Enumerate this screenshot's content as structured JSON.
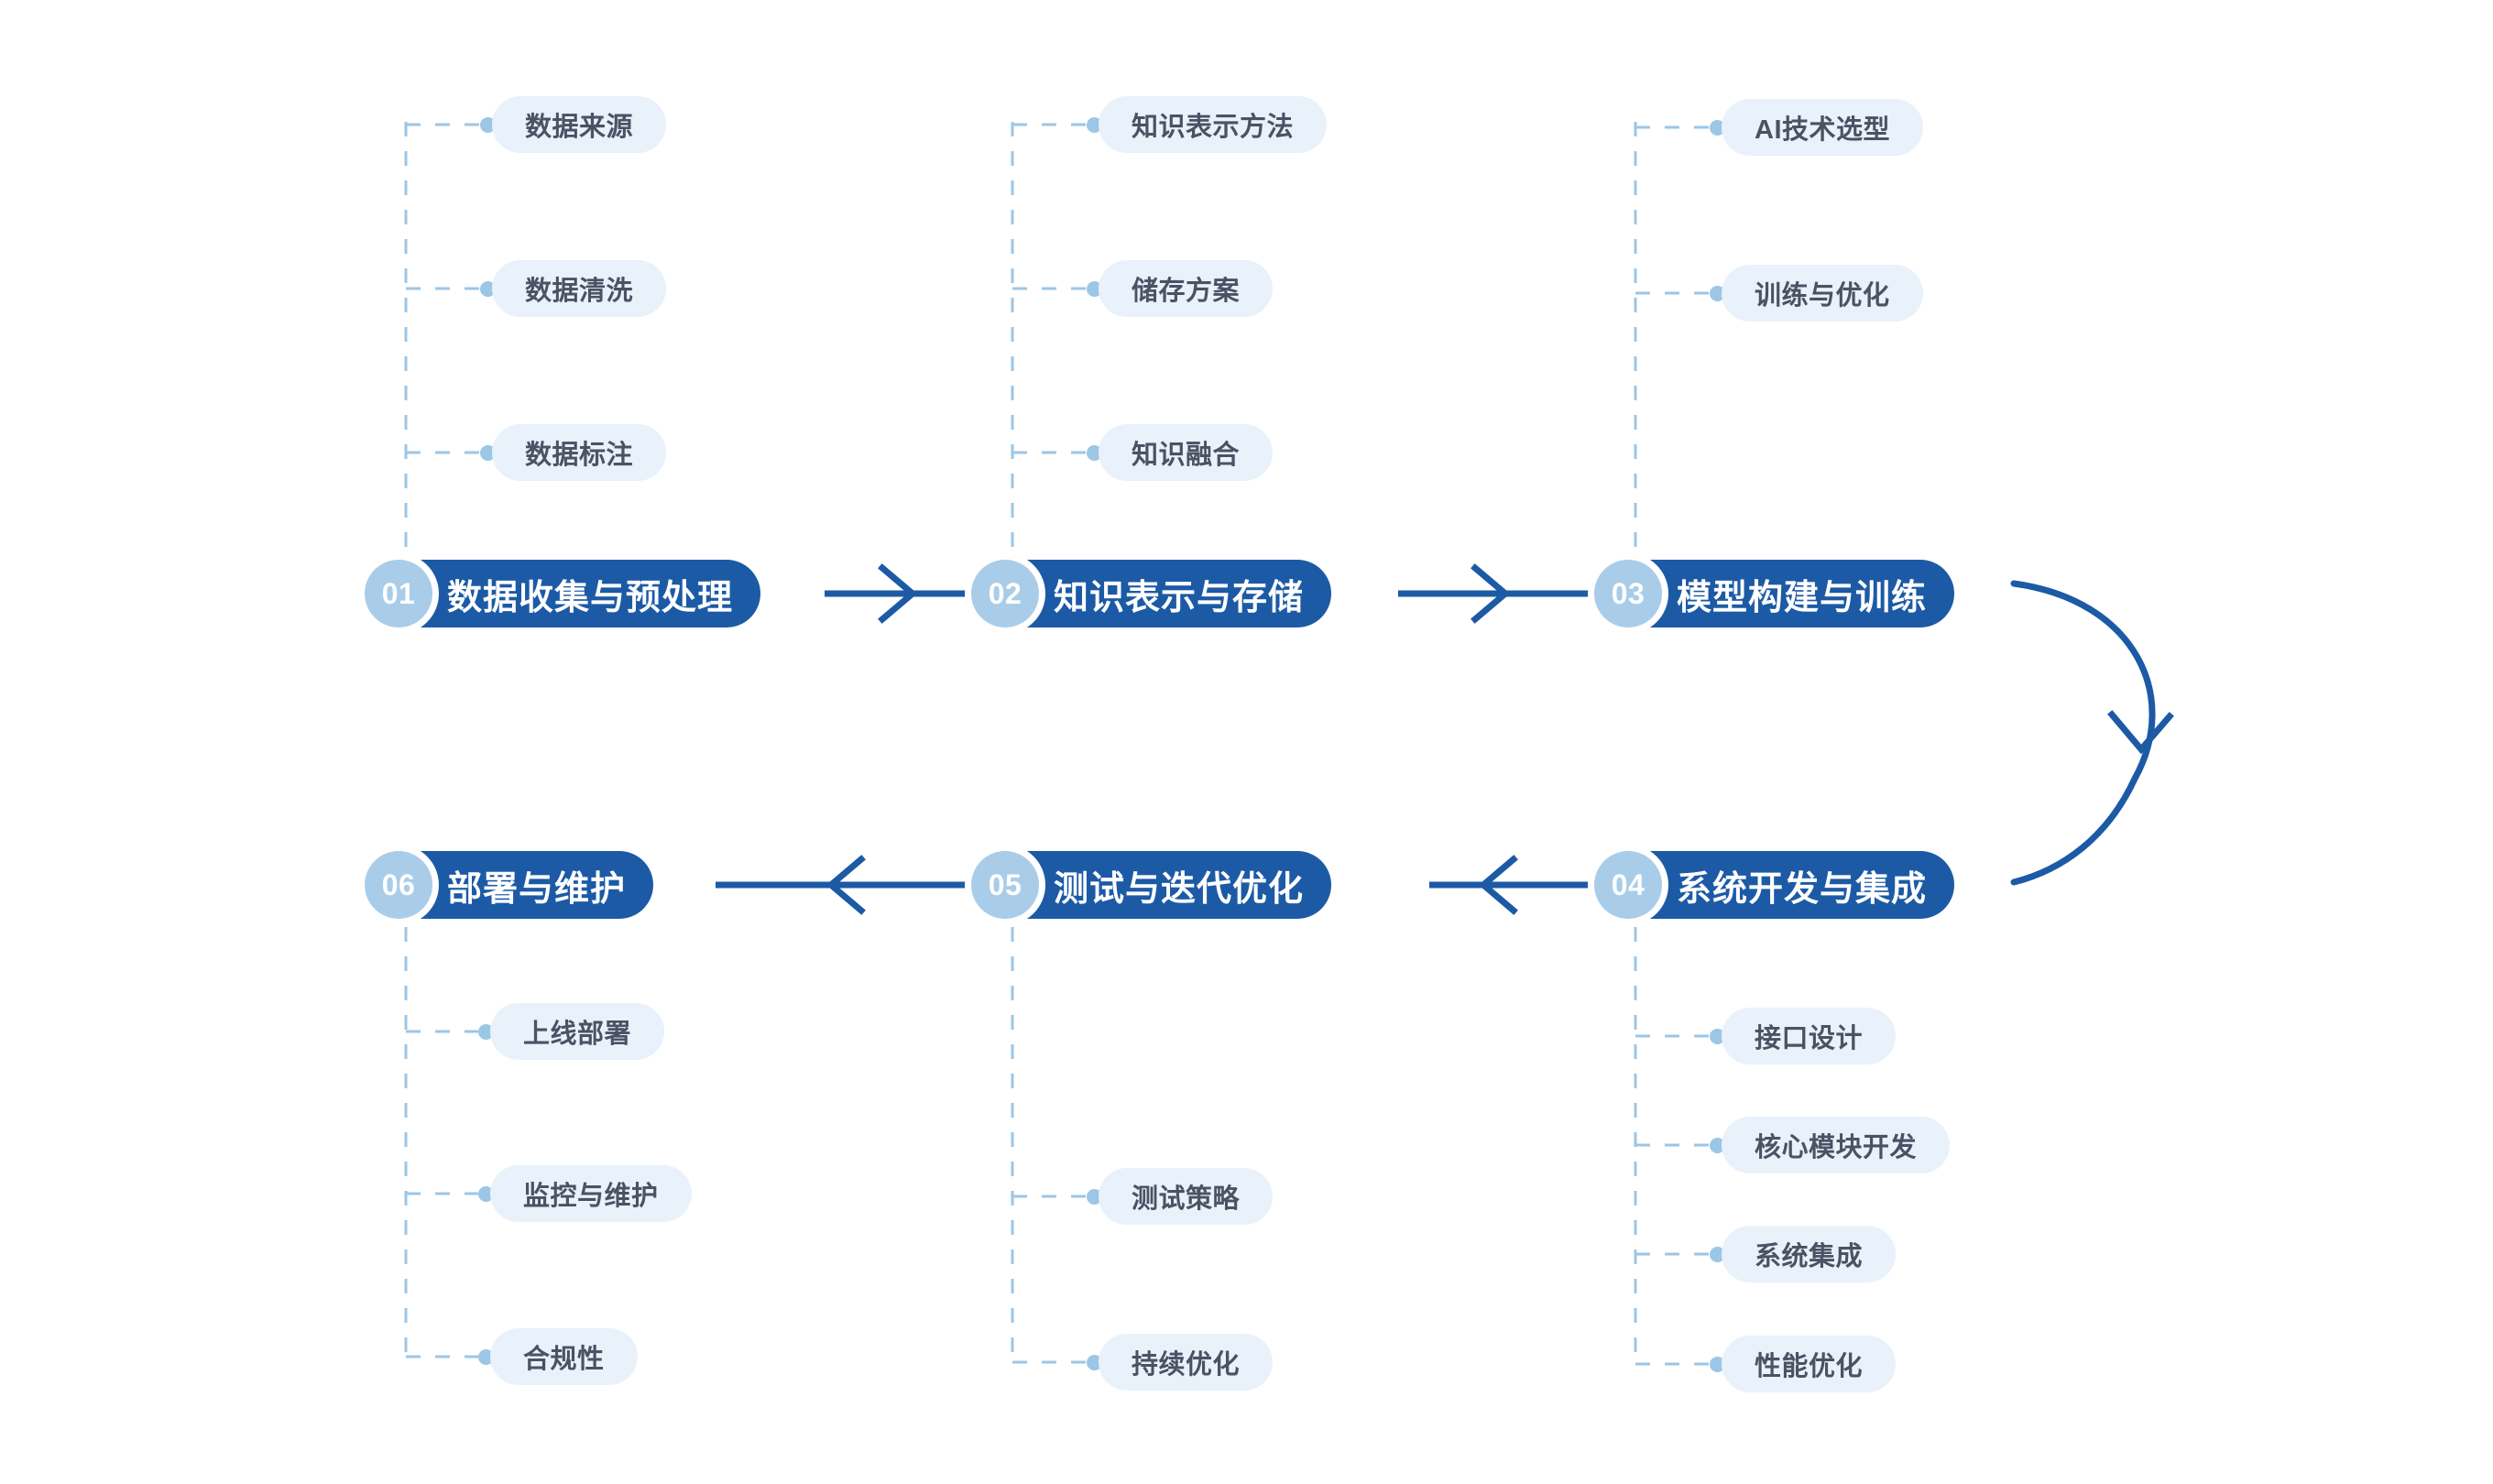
{
  "diagram": {
    "type": "process-flowchart",
    "title": "",
    "colors": {
      "stage_fill": "#1c5aa6",
      "badge_fill": "#a9cde9",
      "badge_text": "#ffffff",
      "stage_text": "#ffffff",
      "subitem_fill": "#e9f1fa",
      "subitem_text": "#4a5264",
      "connector_line": "#1c5aa6",
      "dashed_line": "#9cc6e6",
      "dot": "#9cc6e6",
      "background": "#ffffff"
    },
    "stages": [
      {
        "number": "01",
        "label": "数据收集与预处理",
        "sub_items": [
          "数据来源",
          "数据清洗",
          "数据标注"
        ]
      },
      {
        "number": "02",
        "label": "知识表示与存储",
        "sub_items": [
          "知识表示方法",
          "储存方案",
          "知识融合"
        ]
      },
      {
        "number": "03",
        "label": "模型构建与训练",
        "sub_items": [
          "AI技术选型",
          "训练与优化"
        ]
      },
      {
        "number": "04",
        "label": "系统开发与集成",
        "sub_items": [
          "接口设计",
          "核心模块开发",
          "系统集成",
          "性能优化"
        ]
      },
      {
        "number": "05",
        "label": "测试与迭代优化",
        "sub_items": [
          "测试策略",
          "持续优化"
        ]
      },
      {
        "number": "06",
        "label": "部署与维护",
        "sub_items": [
          "上线部署",
          "监控与维护",
          "合规性"
        ]
      }
    ],
    "flow_order": [
      "01",
      "02",
      "03",
      "04",
      "05",
      "06"
    ],
    "connectors": [
      {
        "from": "01",
        "to": "02",
        "style": "straight-arrow-right"
      },
      {
        "from": "02",
        "to": "03",
        "style": "straight-arrow-right"
      },
      {
        "from": "03",
        "to": "04",
        "style": "curved-arrow-down"
      },
      {
        "from": "04",
        "to": "05",
        "style": "straight-arrow-left"
      },
      {
        "from": "05",
        "to": "06",
        "style": "straight-arrow-left"
      }
    ]
  }
}
